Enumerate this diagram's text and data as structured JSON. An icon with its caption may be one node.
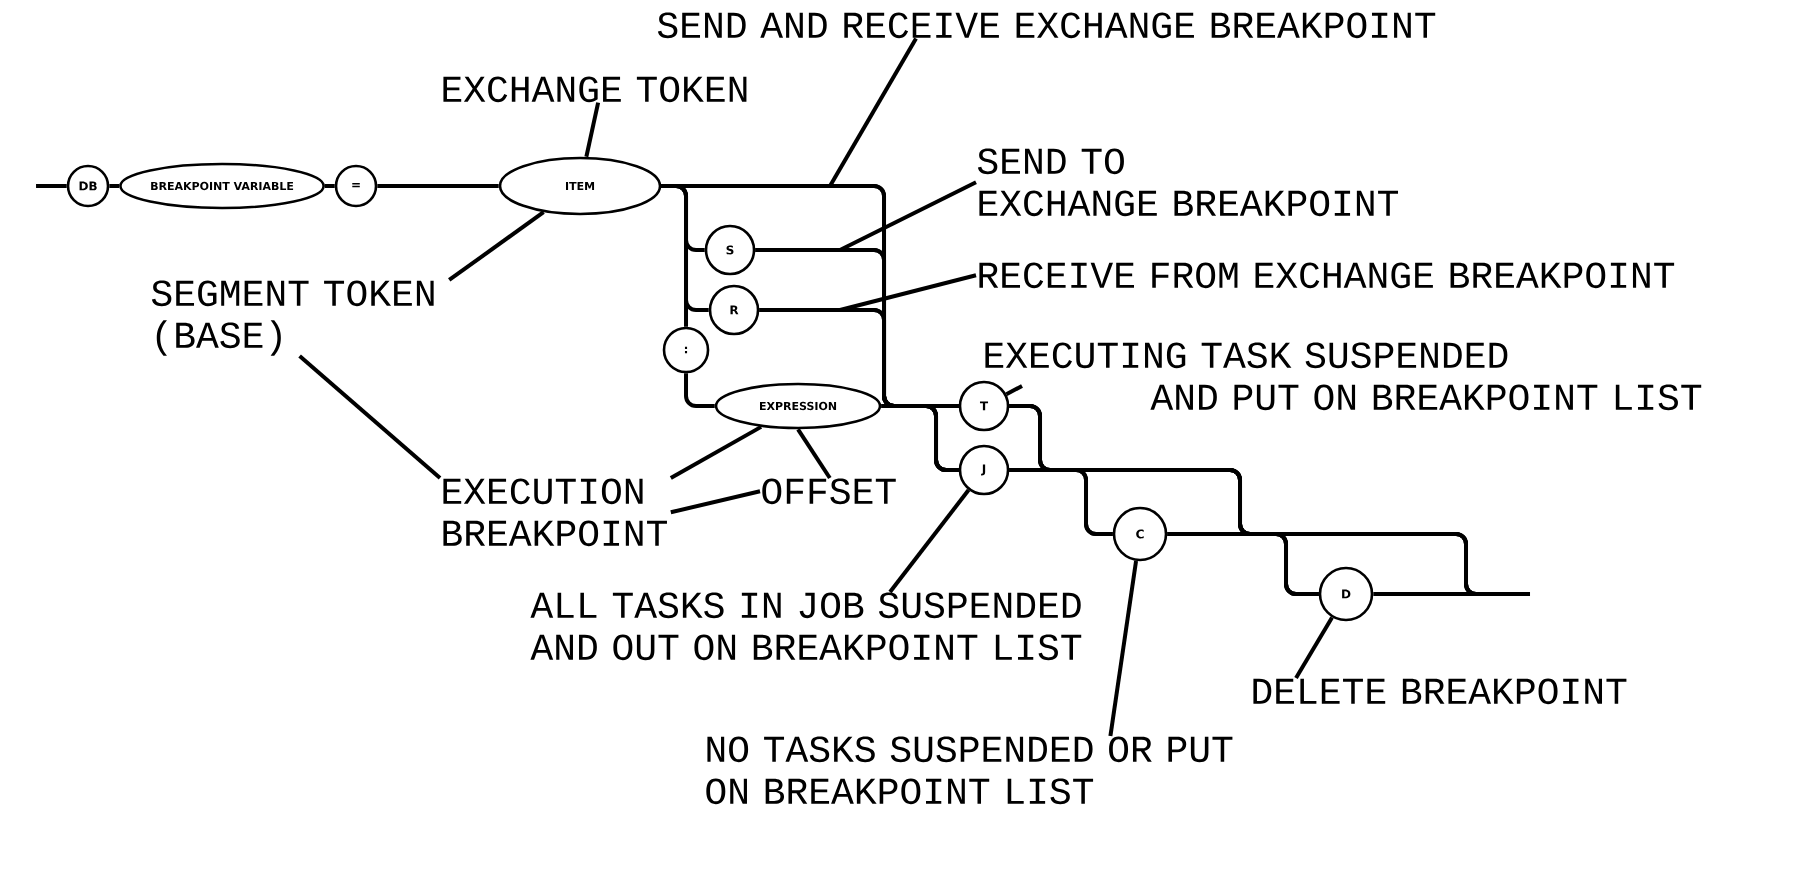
{
  "diagram": {
    "nodes": [
      {
        "text": [
          "DB"
        ]
      },
      {
        "text": [
          "BREAKPOINT VARIABLE"
        ]
      },
      {
        "text": [
          "="
        ]
      },
      {
        "text": [
          "ITEM"
        ]
      },
      {
        "text": [
          "S"
        ]
      },
      {
        "text": [
          "R"
        ]
      },
      {
        "text": [
          ":"
        ]
      },
      {
        "text": [
          "EXPRESSION"
        ]
      },
      {
        "text": [
          "T"
        ]
      },
      {
        "text": [
          "J"
        ]
      },
      {
        "text": [
          "C"
        ]
      },
      {
        "text": [
          "D"
        ]
      },
      {
        "text": [
          "EXCHANGE TOKEN"
        ]
      },
      {
        "text": [
          "SEGMENT TOKEN (BASE)"
        ]
      },
      {
        "text": [
          "SEND AND RECEIVE EXCHANGE BREAKPOINT"
        ]
      },
      {
        "text": [
          "SEND TO EXCHANGE BREAKPOINT"
        ]
      },
      {
        "text": [
          "RECEIVE FROM EXCHANGE BREAKPOINT"
        ]
      },
      {
        "text": [
          "EXECUTING TASK SUSPENDED AND PUT ON BREAKPOINT LIST"
        ]
      },
      {
        "text": [
          "EXECUTION BREAKPOINT"
        ]
      },
      {
        "text": [
          "OFFSET"
        ]
      },
      {
        "text": [
          "ALL TASKS IN JOB SUSPENDED AND OUT ON BREAKPOINT LIST"
        ]
      },
      {
        "text": [
          "NO TASKS SUSPENDED OR PUT ON BREAKPOINT LIST"
        ]
      },
      {
        "text": [
          "DELETE BREAKPOINT"
        ]
      }
    ],
    "edges": [
      {
        "from": null,
        "to": 0,
        "arrow": "none"
      },
      {
        "from": 0,
        "to": 1,
        "arrow": "none"
      },
      {
        "from": 1,
        "to": 2,
        "arrow": "none"
      },
      {
        "from": 2,
        "to": 3,
        "arrow": "none"
      },
      {
        "from": 3,
        "to": 4,
        "arrow": "none"
      },
      {
        "from": 3,
        "to": 5,
        "arrow": "none"
      },
      {
        "from": 3,
        "to": 6,
        "arrow": "none"
      },
      {
        "from": 6,
        "to": 7,
        "arrow": "none"
      },
      {
        "from": 3,
        "to": 8,
        "arrow": "none"
      },
      {
        "from": 3,
        "to": 9,
        "arrow": "none"
      },
      {
        "from": 4,
        "to": 8,
        "arrow": "none"
      },
      {
        "from": 4,
        "to": 9,
        "arrow": "none"
      },
      {
        "from": 5,
        "to": 8,
        "arrow": "none"
      },
      {
        "from": 5,
        "to": 9,
        "arrow": "none"
      },
      {
        "from": 7,
        "to": 8,
        "arrow": "none"
      },
      {
        "from": 7,
        "to": 9,
        "arrow": "none"
      },
      {
        "from": 8,
        "to": 10,
        "arrow": "none"
      },
      {
        "from": 9,
        "to": 10,
        "arrow": "none"
      },
      {
        "from": 8,
        "to": 11,
        "arrow": "none"
      },
      {
        "from": 9,
        "to": 11,
        "arrow": "none"
      },
      {
        "from": 8,
        "to": null,
        "arrow": "none"
      },
      {
        "from": 9,
        "to": null,
        "arrow": "none"
      },
      {
        "from": 10,
        "to": 11,
        "arrow": "none"
      },
      {
        "from": 10,
        "to": null,
        "arrow": "none"
      },
      {
        "from": 11,
        "to": null,
        "arrow": "none"
      },
      {
        "from": 12,
        "to": 3,
        "arrow": "none"
      },
      {
        "from": 13,
        "to": 3,
        "arrow": "none"
      },
      {
        "from": 13,
        "to": 18,
        "arrow": "none"
      },
      {
        "from": 14,
        "to": null,
        "arrow": "none"
      },
      {
        "from": 15,
        "to": null,
        "arrow": "none"
      },
      {
        "from": 16,
        "to": null,
        "arrow": "none"
      },
      {
        "from": 17,
        "to": 8,
        "arrow": "none"
      },
      {
        "from": 18,
        "to": 7,
        "arrow": "none"
      },
      {
        "from": 18,
        "to": 19,
        "arrow": "none"
      },
      {
        "from": 19,
        "to": 7,
        "arrow": "none"
      },
      {
        "from": 20,
        "to": 9,
        "arrow": "none"
      },
      {
        "from": 21,
        "to": 10,
        "arrow": "none"
      },
      {
        "from": 22,
        "to": 11,
        "arrow": "none"
      }
    ]
  }
}
